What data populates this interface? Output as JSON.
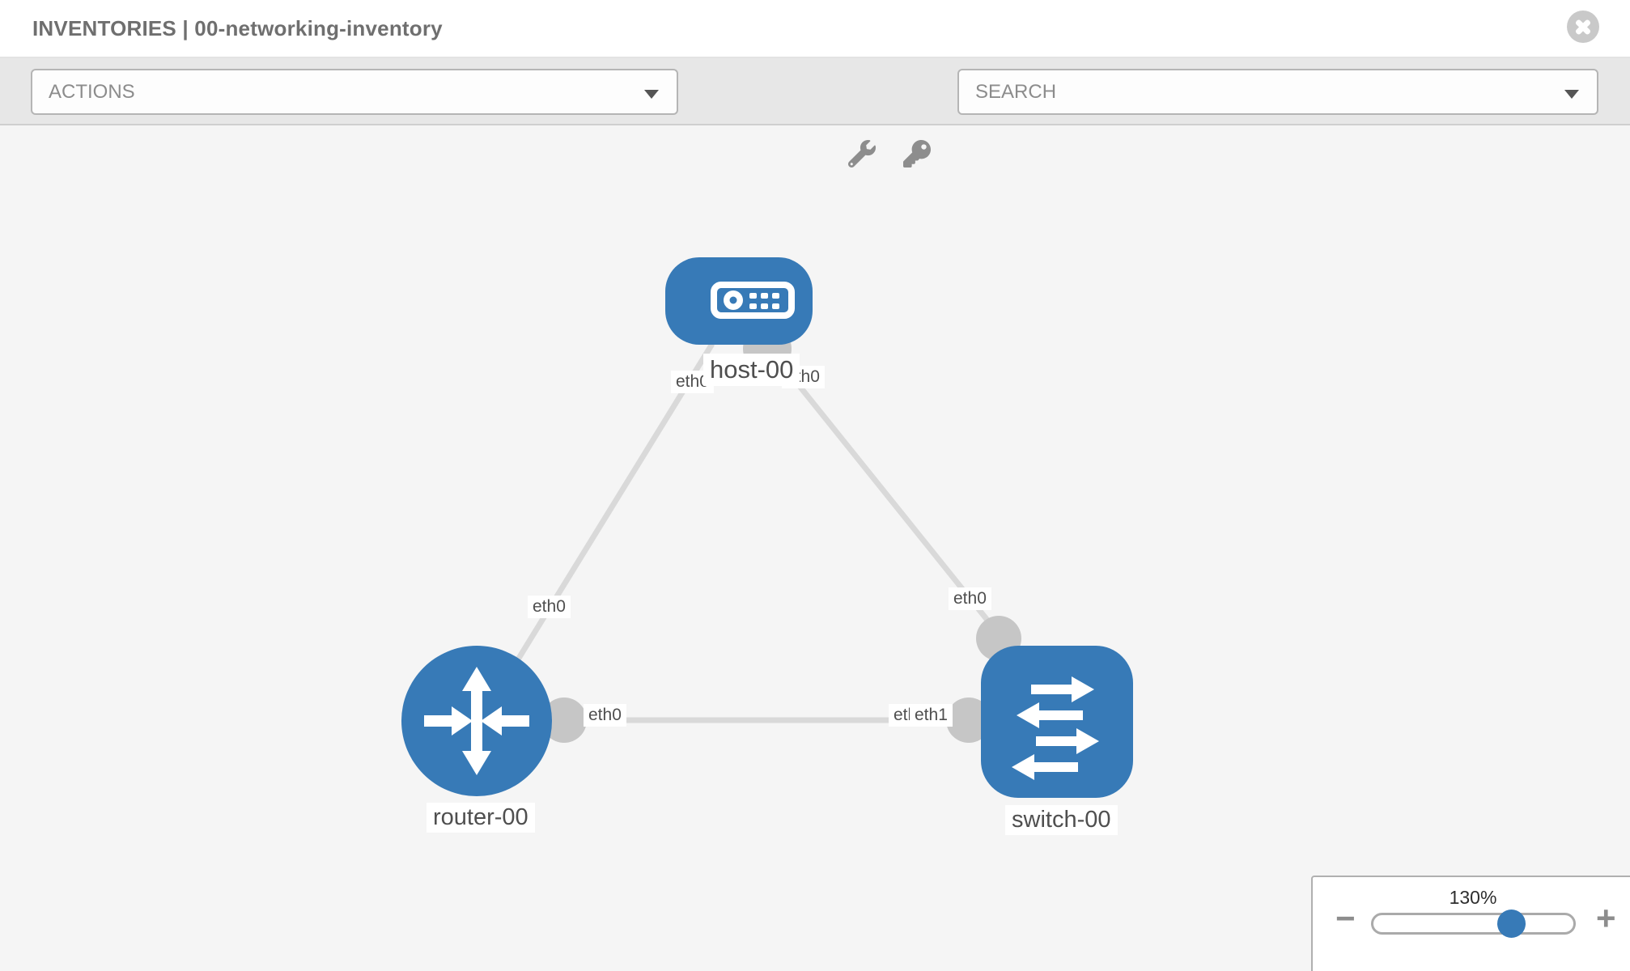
{
  "window": {
    "title": "INVENTORIES | 00-networking-inventory"
  },
  "toolbar": {
    "actions_label": "ACTIONS",
    "search_label": "SEARCH"
  },
  "diagram": {
    "nodes": {
      "host": {
        "label": "host-00",
        "type": "host"
      },
      "router": {
        "label": "router-00",
        "type": "router"
      },
      "switch": {
        "label": "switch-00",
        "type": "switch"
      }
    },
    "interface_labels": {
      "host_to_router": "eth0",
      "host_to_switch": "eth0",
      "router_to_host": "eth0",
      "switch_to_host": "eth0",
      "router_to_switch": "eth0",
      "switch_to_router_hidden": "eth0",
      "switch_to_router": "eth1"
    },
    "links": [
      {
        "from": "host-00",
        "to": "router-00",
        "from_iface": "eth0",
        "to_iface": "eth0"
      },
      {
        "from": "host-00",
        "to": "switch-00",
        "from_iface": "eth0",
        "to_iface": "eth0"
      },
      {
        "from": "router-00",
        "to": "switch-00",
        "from_iface": "eth0",
        "to_iface": "eth1"
      }
    ]
  },
  "zoom_control": {
    "level": "130%",
    "minus_label": "−",
    "plus_label": "+"
  },
  "colors": {
    "node_blue": "#377ab7",
    "edge_gray": "#d9d9d9",
    "connector_gray": "#c6c6c6",
    "toolbar_gray": "#e7e7e7",
    "icon_gray": "#8d8d8d",
    "label_text": "#4f4f4f"
  }
}
